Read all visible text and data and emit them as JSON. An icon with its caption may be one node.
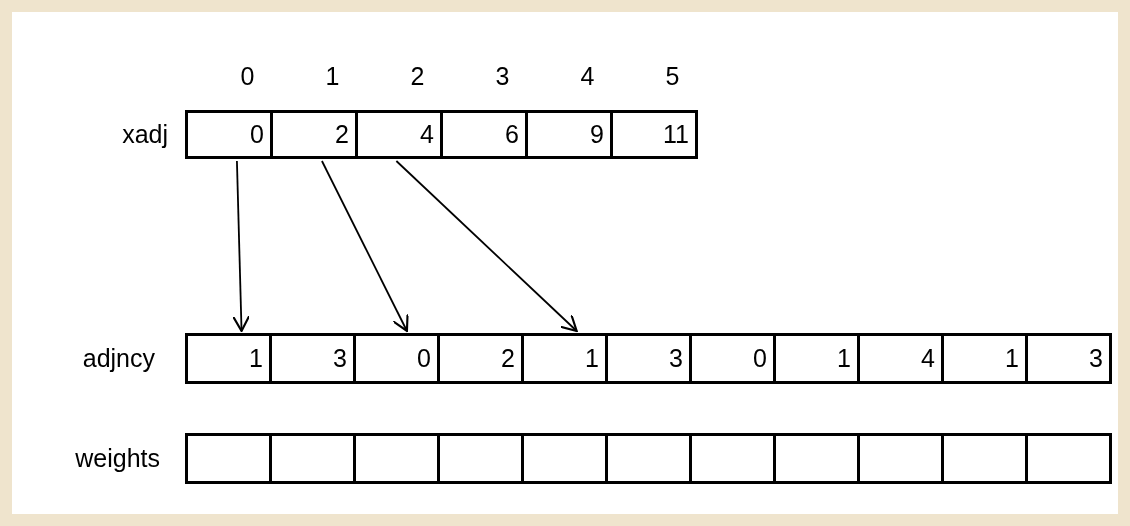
{
  "diagram": {
    "nodes": [
      {
        "text": [
          "xadj"
        ]
      },
      {
        "text": [
          "0"
        ],
        "in": 0,
        "beside": [
          "0"
        ]
      },
      {
        "text": [
          "2"
        ],
        "in": 0,
        "beside": [
          "1"
        ]
      },
      {
        "text": [
          "4"
        ],
        "in": 0,
        "beside": [
          "2"
        ]
      },
      {
        "text": [
          "6"
        ],
        "in": 0,
        "beside": [
          "3"
        ]
      },
      {
        "text": [
          "9"
        ],
        "in": 0,
        "beside": [
          "4"
        ]
      },
      {
        "text": [
          "11"
        ],
        "in": 0,
        "beside": [
          "5"
        ]
      },
      {
        "text": [
          "adjncy"
        ]
      },
      {
        "text": [
          "1"
        ],
        "in": 7
      },
      {
        "text": [
          "3"
        ],
        "in": 7
      },
      {
        "text": [
          "0"
        ],
        "in": 7
      },
      {
        "text": [
          "2"
        ],
        "in": 7
      },
      {
        "text": [
          "1"
        ],
        "in": 7
      },
      {
        "text": [
          "3"
        ],
        "in": 7
      },
      {
        "text": [
          "0"
        ],
        "in": 7
      },
      {
        "text": [
          "1"
        ],
        "in": 7
      },
      {
        "text": [
          "4"
        ],
        "in": 7
      },
      {
        "text": [
          "1"
        ],
        "in": 7
      },
      {
        "text": [
          "3"
        ],
        "in": 7
      },
      {
        "text": [
          "weights"
        ]
      },
      {
        "text": [],
        "shape": "box",
        "in": 19
      },
      {
        "text": [],
        "shape": "box",
        "in": 19
      },
      {
        "text": [],
        "shape": "box",
        "in": 19
      },
      {
        "text": [],
        "shape": "box",
        "in": 19
      },
      {
        "text": [],
        "shape": "box",
        "in": 19
      },
      {
        "text": [],
        "shape": "box",
        "in": 19
      },
      {
        "text": [],
        "shape": "box",
        "in": 19
      },
      {
        "text": [],
        "shape": "box",
        "in": 19
      },
      {
        "text": [],
        "shape": "box",
        "in": 19
      },
      {
        "text": [],
        "shape": "box",
        "in": 19
      },
      {
        "text": [],
        "shape": "box",
        "in": 19
      }
    ],
    "edges": [
      {
        "from": 1,
        "to": 8,
        "arrow": "to"
      },
      {
        "from": 2,
        "to": 10,
        "arrow": "to"
      },
      {
        "from": 3,
        "to": 12,
        "arrow": "to"
      }
    ]
  }
}
